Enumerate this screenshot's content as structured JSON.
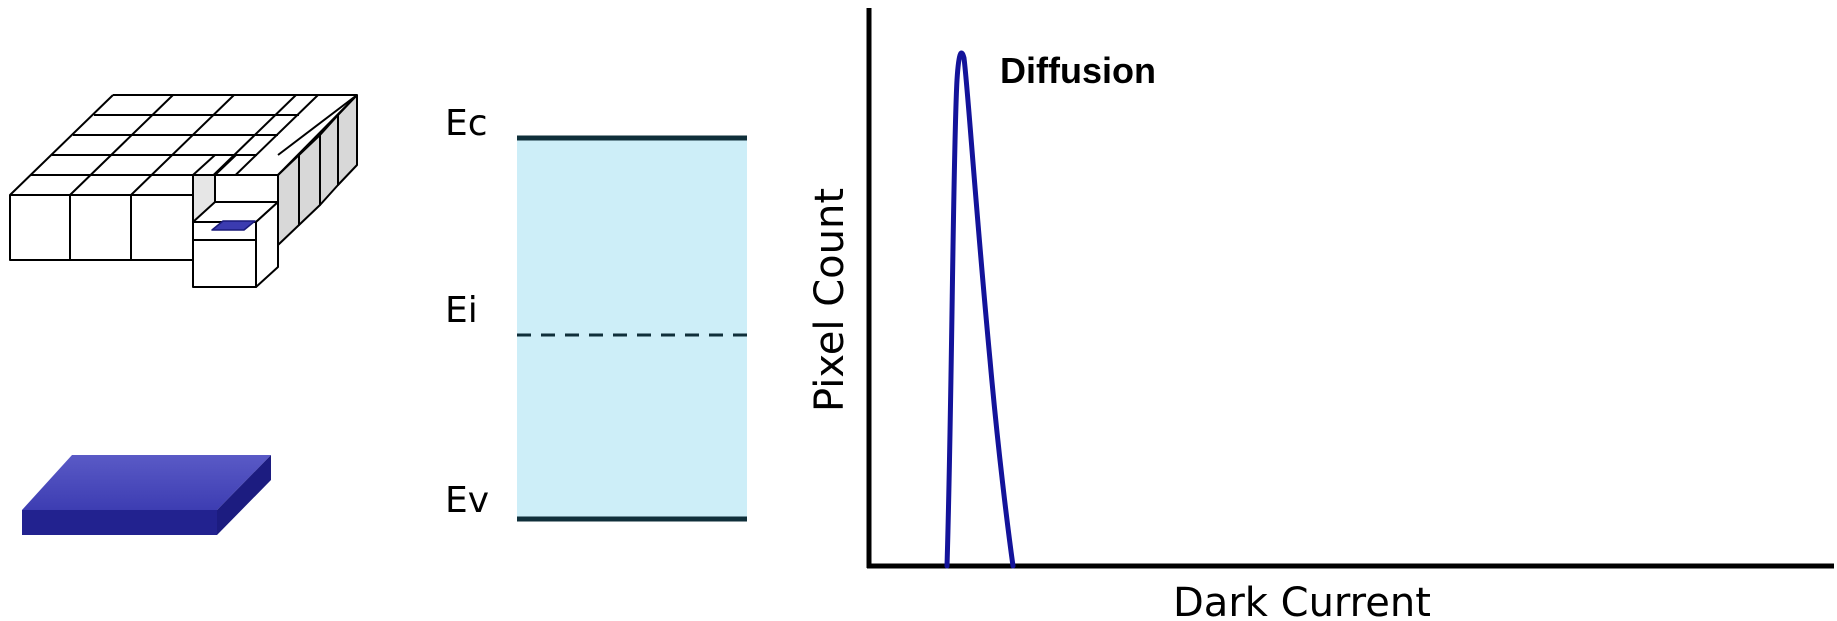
{
  "band_diagram": {
    "conduction_label": "Ec",
    "intrinsic_label": "Ei",
    "valence_label": "Ev",
    "gap_color": "#cdeef8",
    "edge_color": "#0f2f3a"
  },
  "histogram": {
    "x_label": "Dark Current",
    "y_label": "Pixel Count",
    "curve_label": "Diffusion",
    "curve_color": "#13139a"
  },
  "pixel_array": {
    "grid_color": "#000000",
    "side_fill": "#d8d8d8",
    "highlight_color": "#3b3bb0"
  },
  "slab": {
    "color": "#3a3aab"
  }
}
